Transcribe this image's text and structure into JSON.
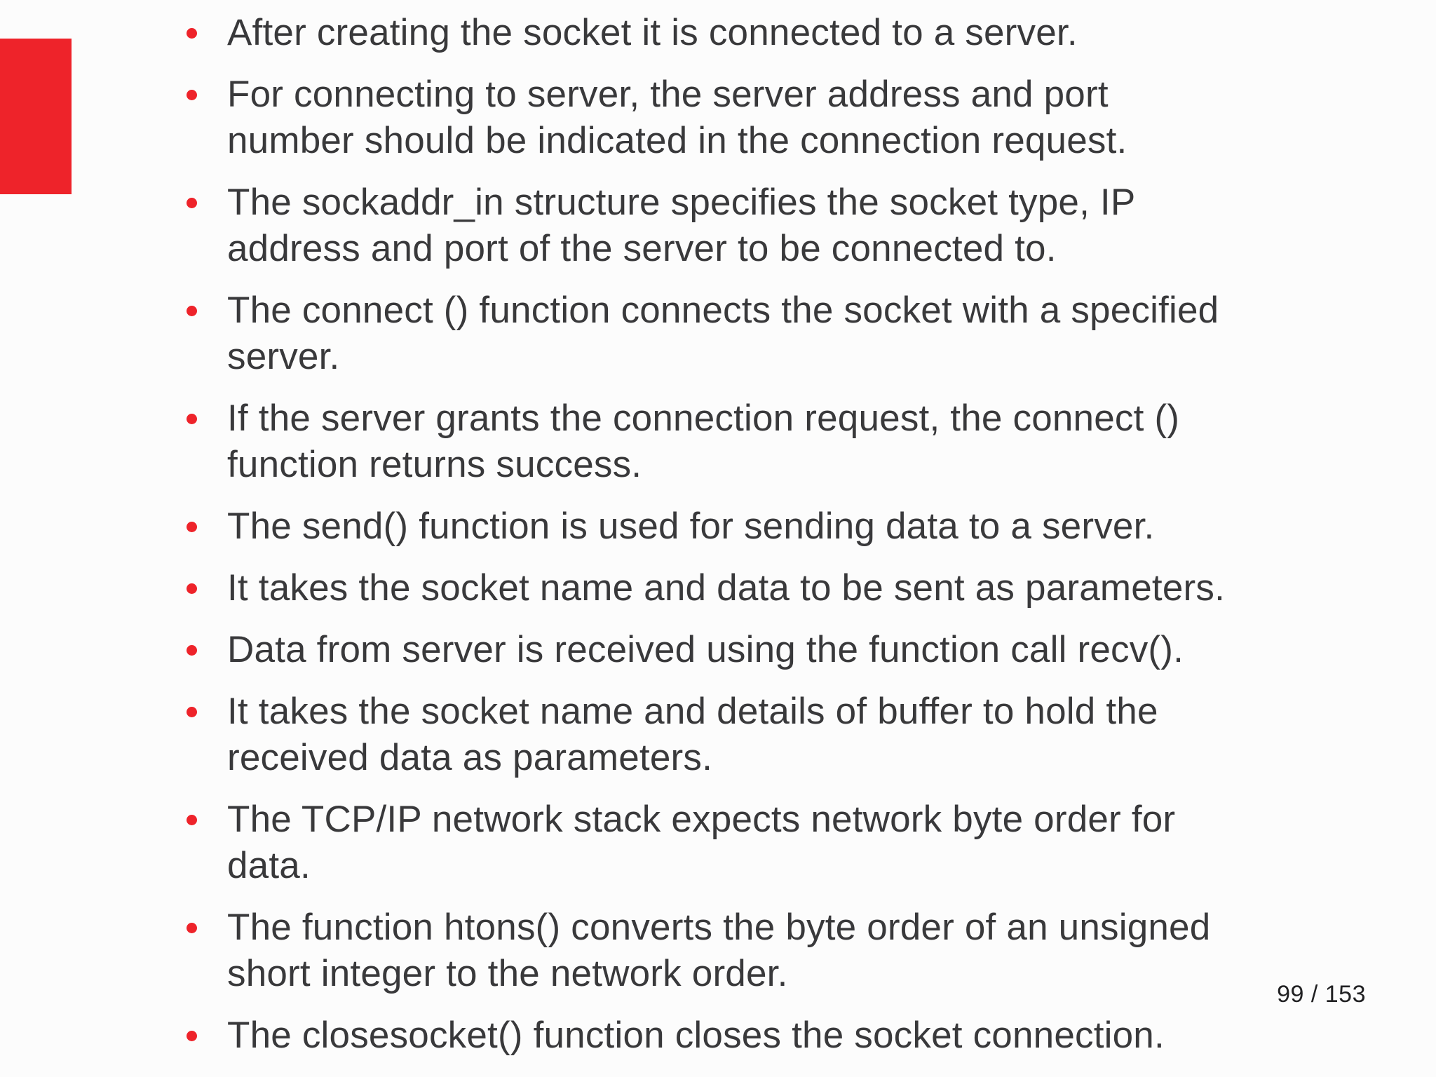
{
  "slide": {
    "bullets": [
      {
        "lines": [
          "After creating the socket it is connected to a server."
        ]
      },
      {
        "lines": [
          "For connecting to server, the server address and port",
          "number should be indicated in the connection request."
        ]
      },
      {
        "lines": [
          "The sockaddr_in structure specifies the socket type, IP",
          "address and port of the server to be connected to."
        ]
      },
      {
        "lines": [
          "The connect () function connects the socket with a specified",
          "server."
        ]
      },
      {
        "lines": [
          "If the server grants the connection request, the connect ()",
          "function returns success."
        ]
      },
      {
        "lines": [
          "The send() function is used for sending data to a server."
        ]
      },
      {
        "lines": [
          "It takes the socket name and data to be sent as parameters."
        ]
      },
      {
        "lines": [
          "Data from server is received using the function call recv()."
        ]
      },
      {
        "lines": [
          "It takes the socket name and details of buffer to hold the",
          "received data as parameters."
        ]
      },
      {
        "lines": [
          "The TCP/IP network stack expects network byte order for",
          "data."
        ]
      },
      {
        "lines": [
          "The function htons() converts the byte order of an unsigned",
          "short integer to the network order."
        ]
      },
      {
        "lines": [
          "The closesocket() function closes the socket connection."
        ]
      }
    ],
    "page_indicator": "99 / 153",
    "colors": {
      "accent_red": "#ee232a",
      "text": "#39393b",
      "background": "#fcfcfc"
    }
  }
}
